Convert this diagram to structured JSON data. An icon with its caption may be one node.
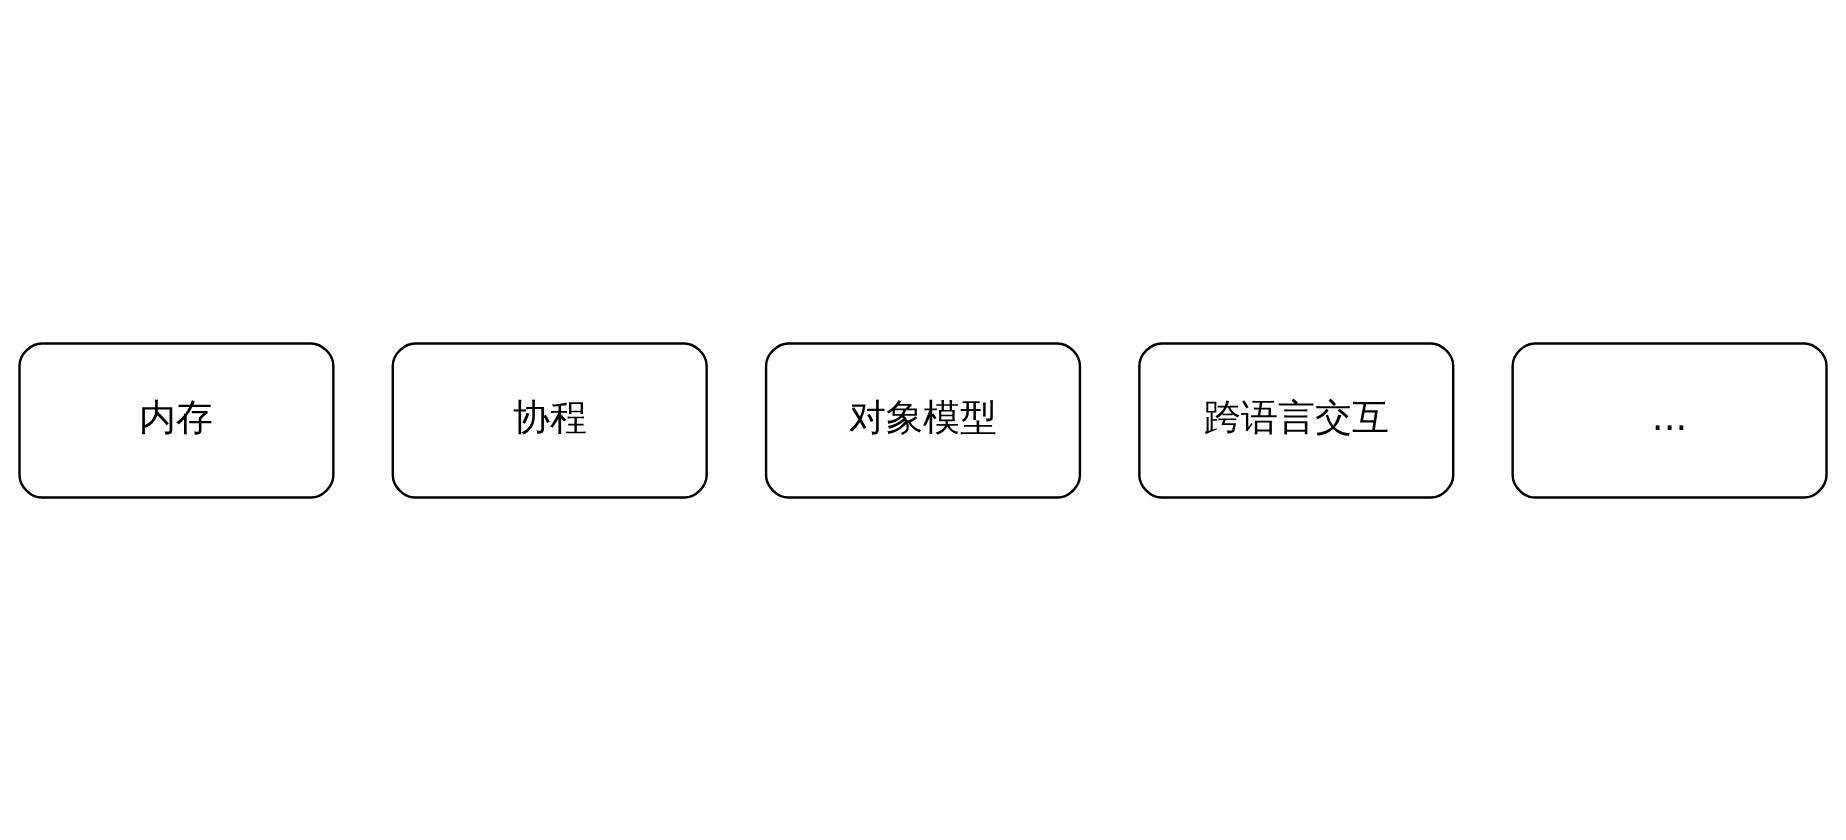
{
  "diagram": {
    "nodes": [
      {
        "text": [
          "内存"
        ]
      },
      {
        "text": [
          "协程"
        ]
      },
      {
        "text": [
          "对象模型"
        ]
      },
      {
        "text": [
          "跨语言交互"
        ]
      },
      {
        "text": [
          "..."
        ]
      }
    ]
  }
}
